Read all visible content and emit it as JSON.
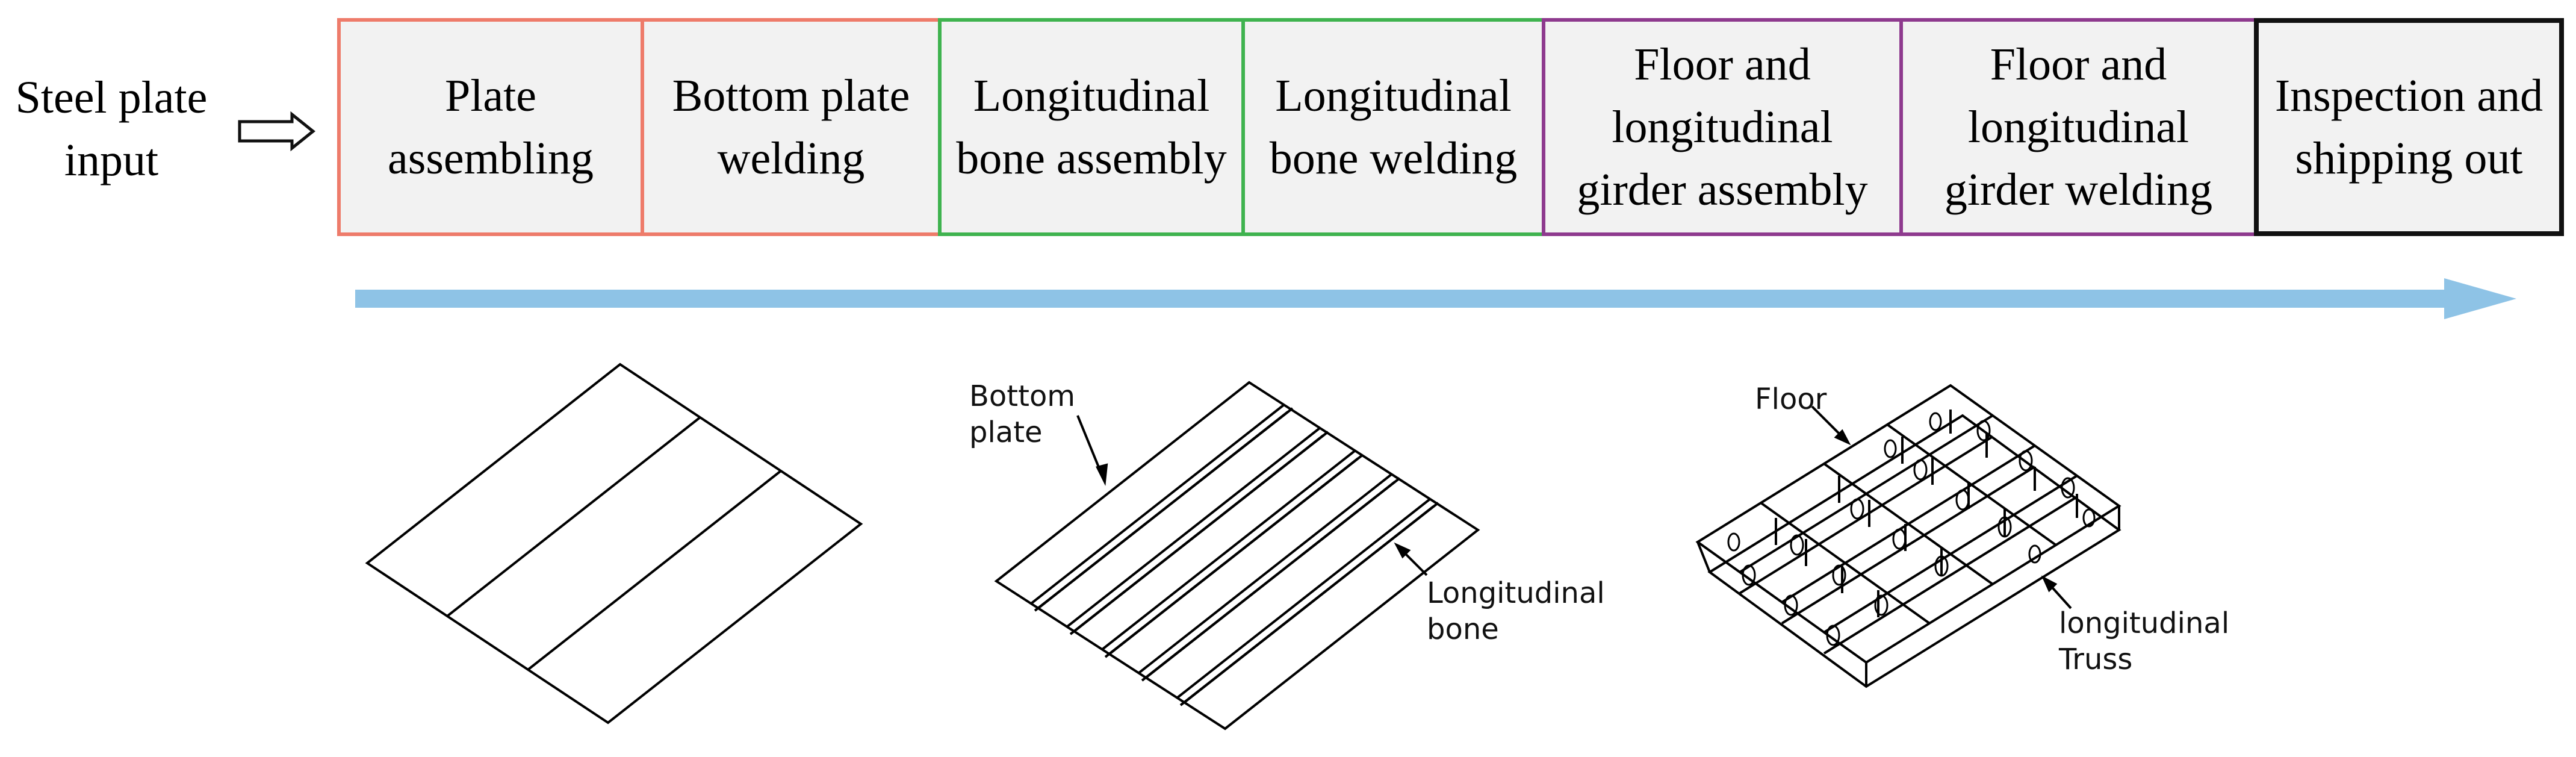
{
  "input": {
    "label": "Steel plate\ninput"
  },
  "steps": [
    {
      "label": "Plate\nassembling"
    },
    {
      "label": "Bottom plate\nwelding"
    },
    {
      "label": "Longitudinal\nbone assembly"
    },
    {
      "label": "Longitudinal\nbone welding"
    },
    {
      "label": "Floor and\nlongitudinal\ngirder assembly"
    },
    {
      "label": "Floor and\nlongitudinal\ngirder  welding"
    },
    {
      "label": "Inspection and\nshipping out"
    }
  ],
  "annotations": {
    "bottom_plate": "Bottom\nplate",
    "longitudinal_bone": "Longitudinal\nbone",
    "floor": "Floor",
    "longitudinal_truss": "longitudinal\nTruss"
  },
  "colors": {
    "stage_plate": "#ee7b6a",
    "stage_bone": "#3fb34f",
    "stage_girder": "#8e3a8e",
    "stage_final": "#111111",
    "process_arrow": "#8ec3e6",
    "box_fill": "#f2f2f2"
  }
}
